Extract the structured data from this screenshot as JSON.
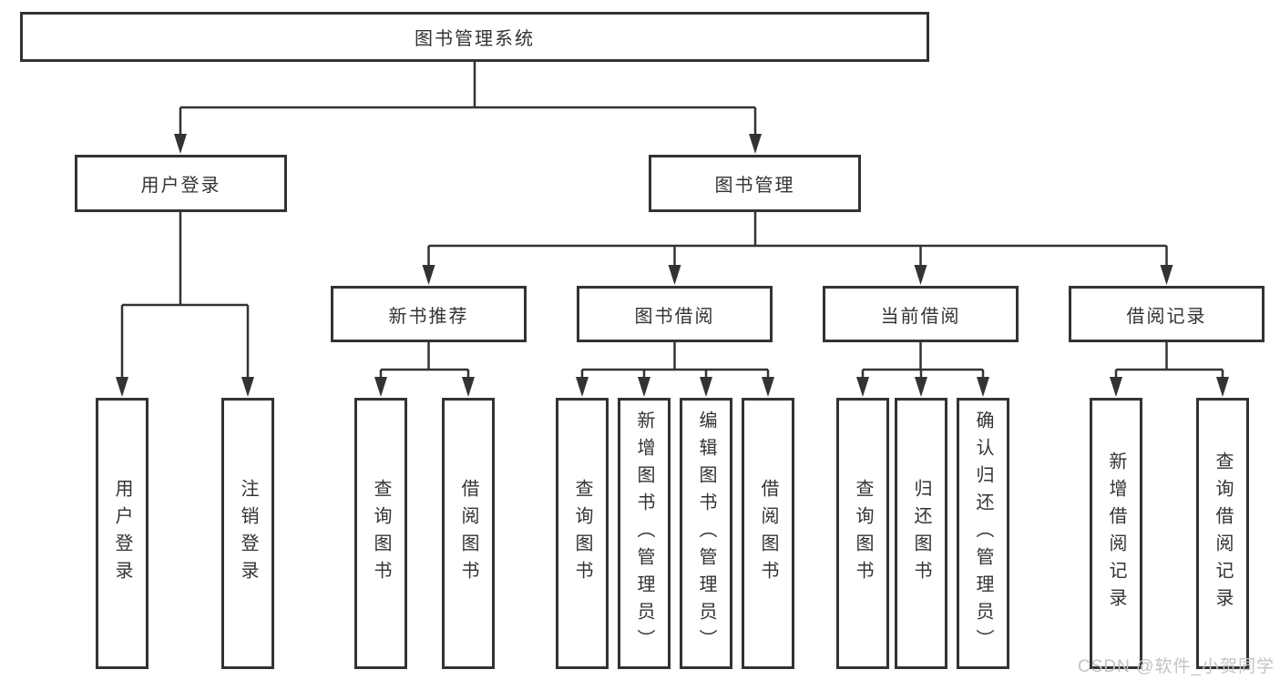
{
  "nodes": {
    "root": "图书管理系统",
    "level2": [
      "用户登录",
      "图书管理"
    ],
    "level3": [
      "新书推荐",
      "图书借阅",
      "当前借阅",
      "借阅记录"
    ],
    "login_leaves": [
      "用户登录",
      "注销登录"
    ],
    "recommend_leaves": [
      "查询图书",
      "借阅图书"
    ],
    "borrow_leaves": [
      "查询图书",
      "新增图书（管理员）",
      "编辑图书（管理员）",
      "借阅图书"
    ],
    "current_leaves": [
      "查询图书",
      "归还图书",
      "确认归还（管理员）"
    ],
    "record_leaves": [
      "新增借阅记录",
      "查询借阅记录"
    ]
  },
  "watermark": "CSDN @软件_小贺同学",
  "colors": {
    "line": "#333333",
    "box_border": "#333333",
    "text": "#333333",
    "watermark_text": "#c3c3c3",
    "background": "#ffffff"
  }
}
